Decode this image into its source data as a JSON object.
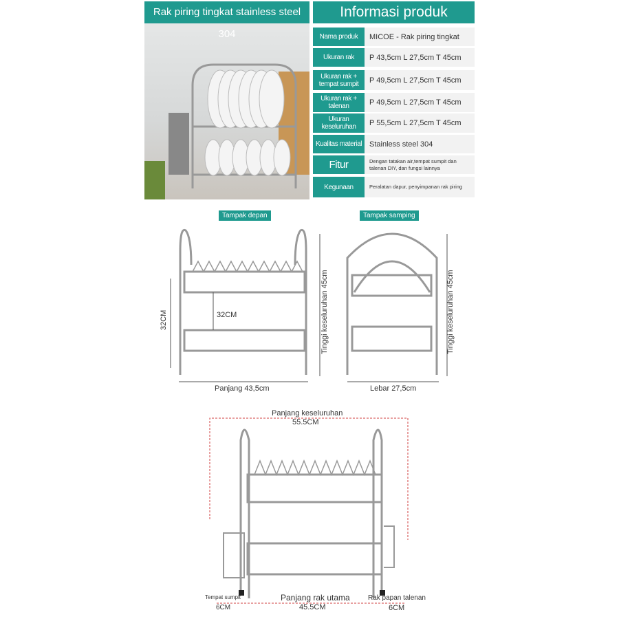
{
  "photo_panel": {
    "title": "Rak piring tingkat stainless steel 304"
  },
  "info": {
    "title": "Informasi produk",
    "rows": [
      {
        "label": "Nama produk",
        "value": "MICOE - Rak piring tingkat"
      },
      {
        "label": "Ukuran rak",
        "value": "P 43,5cm L 27,5cm T 45cm"
      },
      {
        "label": "Ukuran rak + tempat sumpit",
        "value": "P 49,5cm L 27,5cm T 45cm"
      },
      {
        "label": "Ukuran rak + talenan",
        "value": "P 49,5cm L 27,5cm T 45cm"
      },
      {
        "label": "Ukuran keseluruhan",
        "value": "P 55,5cm L 27,5cm T 45cm"
      },
      {
        "label": "Kualitas material",
        "value": "Stainless steel 304"
      },
      {
        "label": "Fitur",
        "value": "Dengan tatakan air,tempat sumpit dan talenan DIY, dan fungsi lainnya"
      },
      {
        "label": "Kegunaan",
        "value": "Peralatan dapur, penyimpanan rak piring"
      }
    ]
  },
  "front_view": {
    "label": "Tampak depan",
    "height_left": "32CM",
    "tier_gap": "32CM",
    "length": "Panjang 43,5cm",
    "total_height": "Tinggi keseluruhan 45cm"
  },
  "side_view": {
    "label": "Tampak samping",
    "width": "Lebar 27,5cm",
    "total_height": "Tinggi keseluruhan 45cm"
  },
  "full_view": {
    "overall_label": "Panjang keseluruhan",
    "overall_value": "55.5CM",
    "chopstick_label": "Tempat sumpit",
    "chopstick_value": "6CM",
    "main_label": "Panjang rak utama",
    "main_value": "45.5CM",
    "board_label": "Rak papan talenan",
    "board_value": "6CM"
  },
  "colors": {
    "accent": "#1f9a8f",
    "dim_line": "#d04040"
  }
}
